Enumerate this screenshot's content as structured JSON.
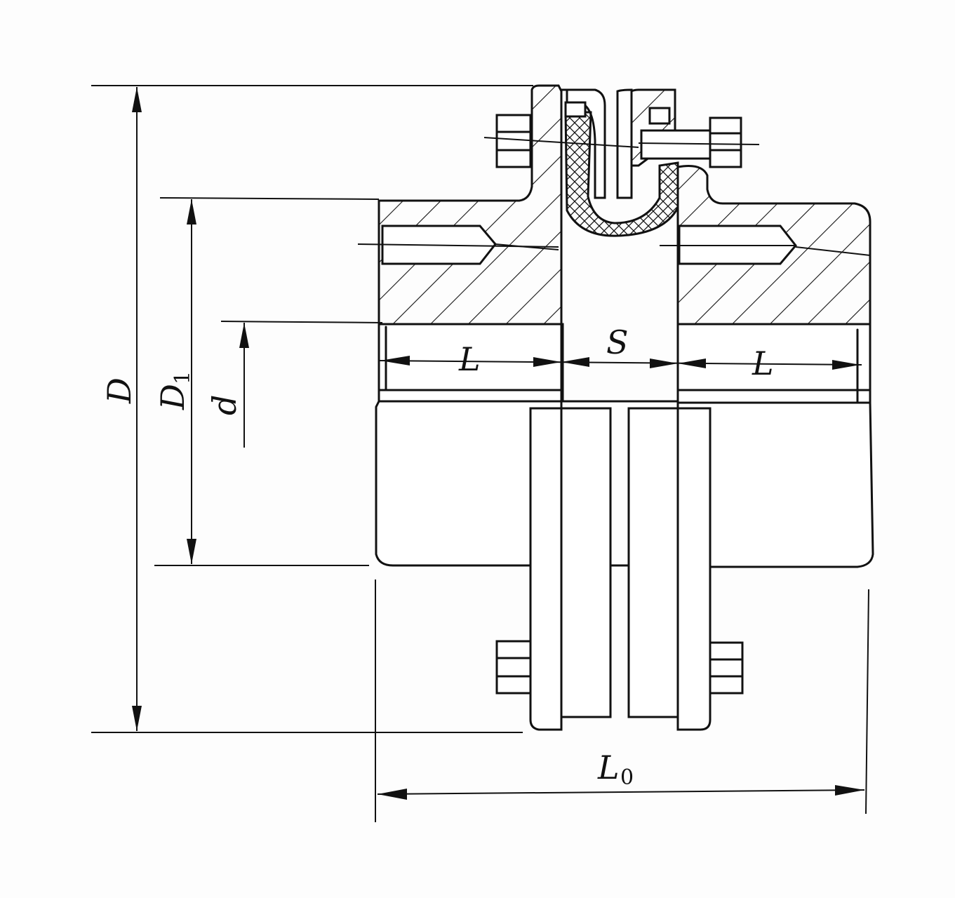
{
  "drawing": {
    "labels": {
      "D": "D",
      "D1_main": "D",
      "D1_sub": "1",
      "d": "d",
      "S": "S",
      "L_left": "L",
      "L_right": "L",
      "L0_main": "L",
      "L0_sub": "0"
    },
    "colors": {
      "line": "#111111",
      "paper": "#fdfdfd"
    }
  }
}
